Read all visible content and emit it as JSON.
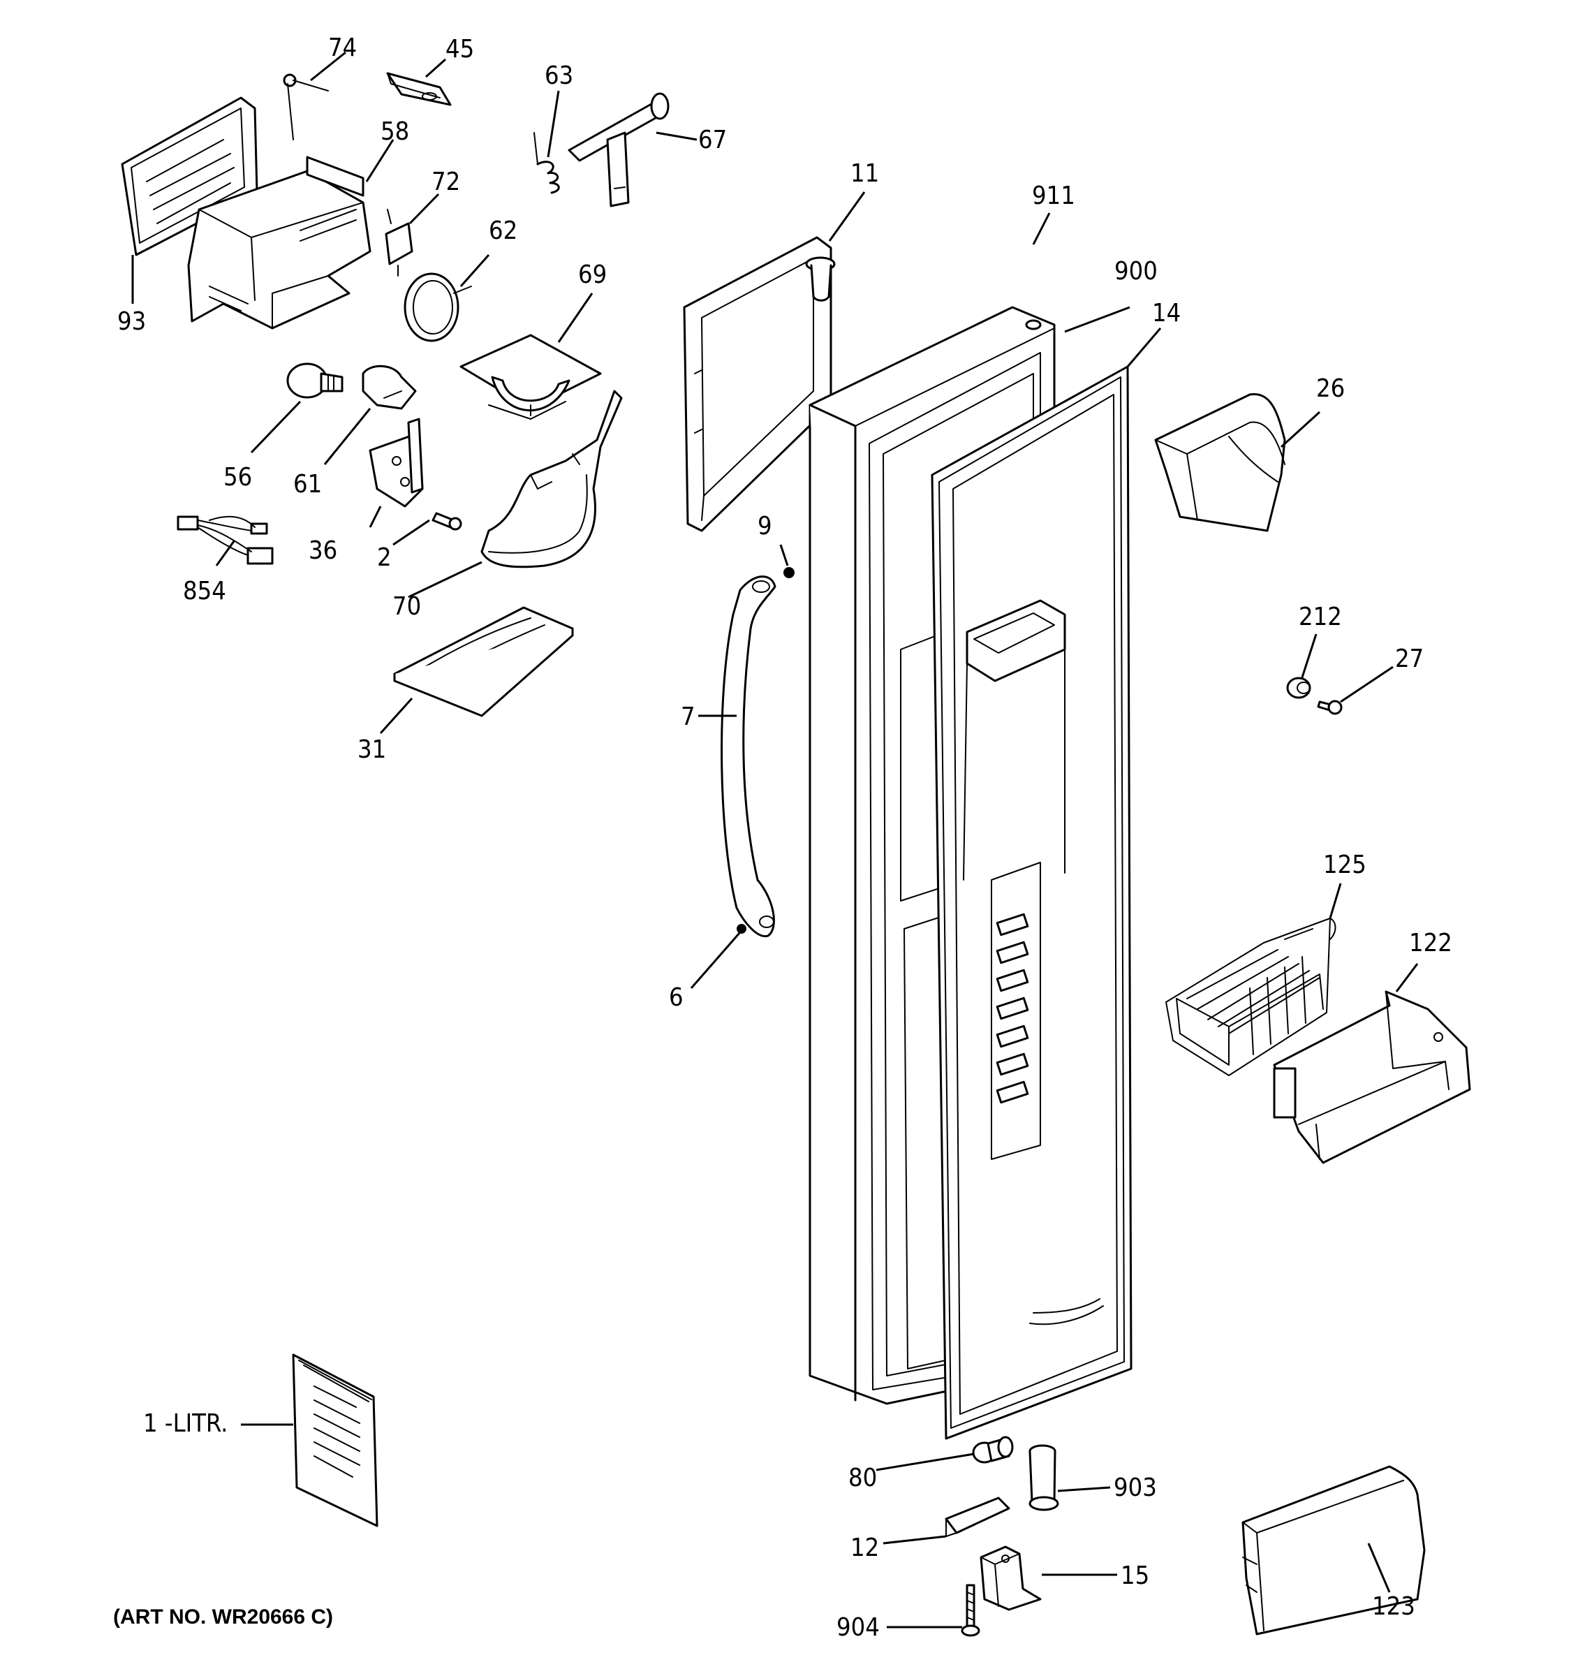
{
  "diagram": {
    "art_number": "(ART NO. WR20666 C)",
    "callouts": {
      "p74": "74",
      "p45": "45",
      "p63": "63",
      "p67": "67",
      "p58": "58",
      "p72": "72",
      "p62": "62",
      "p93": "93",
      "p69": "69",
      "p11": "11",
      "p911": "911",
      "p900": "900",
      "p14": "14",
      "p26": "26",
      "p56": "56",
      "p61": "61",
      "p36": "36",
      "p2": "2",
      "p854": "854",
      "p70": "70",
      "p9": "9",
      "p212": "212",
      "p27": "27",
      "p7": "7",
      "p31": "31",
      "p125": "125",
      "p122": "122",
      "p6": "6",
      "p1": "1 -LITR.",
      "p80": "80",
      "p903": "903",
      "p12": "12",
      "p15": "15",
      "p904": "904",
      "p123": "123"
    }
  }
}
